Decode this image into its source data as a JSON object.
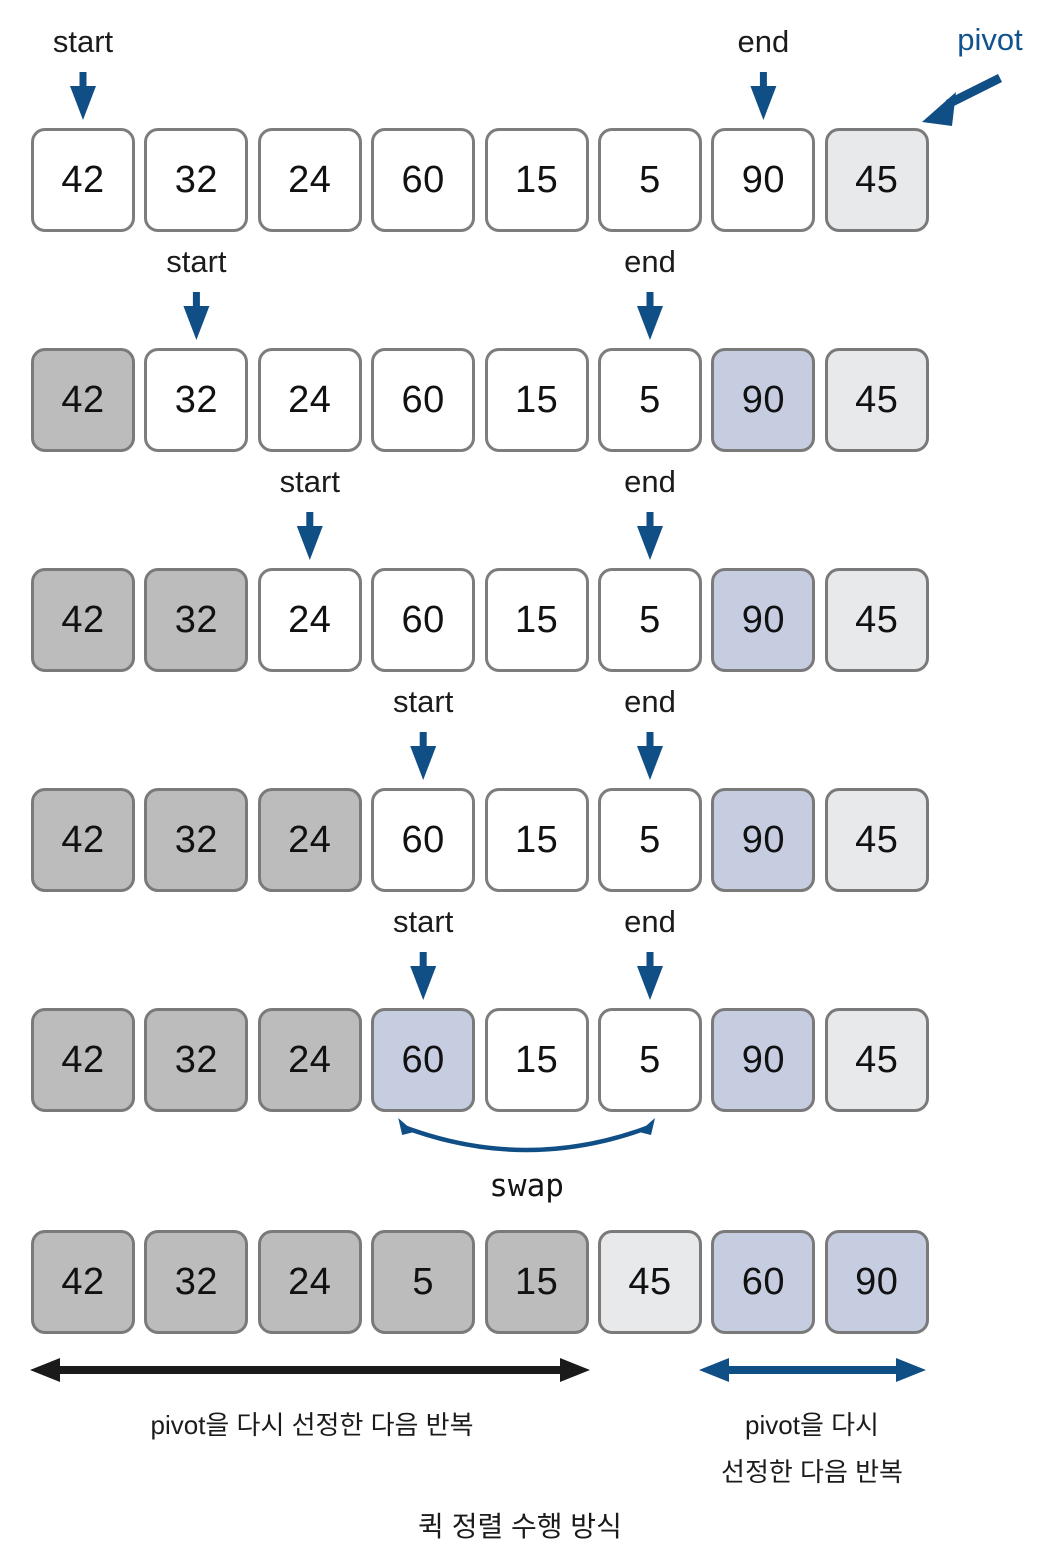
{
  "diagram": {
    "title": "퀵 정렬 수행 방식",
    "colors": {
      "accent_blue": "#11538f",
      "arrow_blue": "#104e86",
      "highlight_blue_fill": "#c6cde1",
      "sorted_gray_fill": "#bcbcbc",
      "pivot_gray_fill": "#e8e9ea",
      "box_border": "#7a7a7a",
      "black_arrow": "#1a1a1a"
    },
    "labels": {
      "start": "start",
      "end": "end",
      "pivot": "pivot",
      "swap": "swap"
    },
    "bottom_captions": {
      "left": "pivot을 다시 선정한 다음 반복",
      "right_line1": "pivot을 다시",
      "right_line2": "선정한 다음 반복"
    },
    "rows": [
      {
        "id": "row-1",
        "values": [
          "42",
          "32",
          "24",
          "60",
          "15",
          "5",
          "90",
          "45"
        ],
        "styles": [
          "white",
          "white",
          "white",
          "white",
          "white",
          "white",
          "white",
          "lgray"
        ],
        "pointers": [
          {
            "name": "start",
            "index": 0
          },
          {
            "name": "end",
            "index": 6
          }
        ],
        "pivot_callout": {
          "label": "pivot",
          "index": 7
        }
      },
      {
        "id": "row-2",
        "values": [
          "42",
          "32",
          "24",
          "60",
          "15",
          "5",
          "90",
          "45"
        ],
        "styles": [
          "gray",
          "white",
          "white",
          "white",
          "white",
          "white",
          "blue",
          "lgray"
        ],
        "pointers": [
          {
            "name": "start",
            "index": 1
          },
          {
            "name": "end",
            "index": 5
          }
        ]
      },
      {
        "id": "row-3",
        "values": [
          "42",
          "32",
          "24",
          "60",
          "15",
          "5",
          "90",
          "45"
        ],
        "styles": [
          "gray",
          "gray",
          "white",
          "white",
          "white",
          "white",
          "blue",
          "lgray"
        ],
        "pointers": [
          {
            "name": "start",
            "index": 2
          },
          {
            "name": "end",
            "index": 5
          }
        ]
      },
      {
        "id": "row-4",
        "values": [
          "42",
          "32",
          "24",
          "60",
          "15",
          "5",
          "90",
          "45"
        ],
        "styles": [
          "gray",
          "gray",
          "gray",
          "white",
          "white",
          "white",
          "blue",
          "lgray"
        ],
        "pointers": [
          {
            "name": "start",
            "index": 3
          },
          {
            "name": "end",
            "index": 5
          }
        ]
      },
      {
        "id": "row-5",
        "values": [
          "42",
          "32",
          "24",
          "60",
          "15",
          "5",
          "90",
          "45"
        ],
        "styles": [
          "gray",
          "gray",
          "gray",
          "blue",
          "white",
          "white",
          "blue",
          "lgray"
        ],
        "pointers": [
          {
            "name": "start",
            "index": 3
          },
          {
            "name": "end",
            "index": 5
          }
        ],
        "swap": {
          "label": "swap",
          "from_index": 3,
          "to_index": 5
        }
      },
      {
        "id": "row-6",
        "values": [
          "42",
          "32",
          "24",
          "5",
          "15",
          "45",
          "60",
          "90"
        ],
        "styles": [
          "gray",
          "gray",
          "gray",
          "gray",
          "gray",
          "lgray",
          "blue",
          "blue"
        ],
        "pointers": []
      }
    ],
    "bottom_arrows": [
      {
        "name": "left-partition-range",
        "color": "black",
        "from_index": 0,
        "to_index": 4
      },
      {
        "name": "right-partition-range",
        "color": "blue",
        "from_index": 6,
        "to_index": 7
      }
    ]
  }
}
